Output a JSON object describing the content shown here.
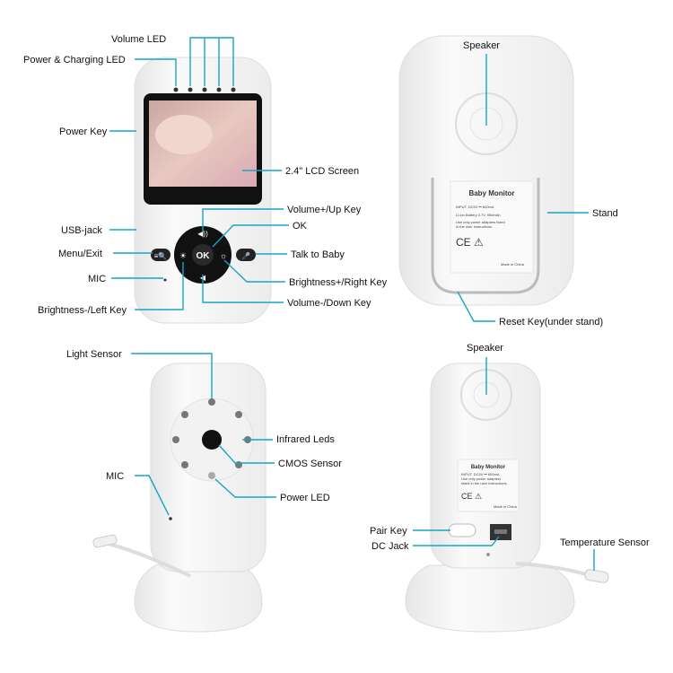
{
  "colors": {
    "leader": "#1aa3c8",
    "body": "#f4f4f4",
    "control": "#111111"
  },
  "parent_unit": {
    "labels": {
      "volume_led": "Volume LED",
      "power_led": "Power & Charging LED",
      "power_key": "Power Key",
      "lcd": "2.4\" LCD Screen",
      "vol_up": "Volume+/Up Key",
      "ok": "OK",
      "usb": "USB-jack",
      "menu": "Menu/Exit",
      "talk": "Talk to Baby",
      "mic": "MIC",
      "bright_right": "Brightness+/Right Key",
      "bright_left": "Brightness-/Left Key",
      "vol_down": "Volume-/Down Key"
    },
    "ok_button": "OK"
  },
  "parent_back": {
    "labels": {
      "speaker": "Speaker",
      "stand": "Stand",
      "reset": "Reset Key(under stand)"
    },
    "sticker": {
      "title": "Baby Monitor",
      "line1": "INPUT: DC5V ⎓ 600mA",
      "line2": "Li-ion Battery 3.7V, 950mAh",
      "line3": "Use only power adapters listed",
      "line4": "in the user instructions.",
      "marks": "CE ⚠",
      "made": "Made in China"
    }
  },
  "camera_front": {
    "labels": {
      "light_sensor": "Light Sensor",
      "ir": "Infrared Leds",
      "cmos": "CMOS Sensor",
      "mic": "MIC",
      "power_led": "Power LED"
    }
  },
  "camera_back": {
    "labels": {
      "speaker": "Speaker",
      "pair": "Pair Key",
      "dc": "DC Jack",
      "temp": "Temperature Sensor"
    },
    "sticker": {
      "title": "Baby Monitor",
      "line1": "INPUT: DC5V ⎓ 600mA",
      "line2": "Use only power adapters",
      "line3": "listed in the user instructions.",
      "marks": "CE ⚠",
      "made": "Made in China"
    }
  }
}
